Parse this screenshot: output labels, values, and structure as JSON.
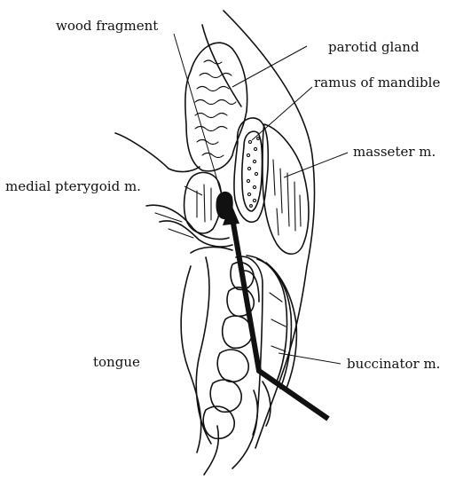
{
  "labels": {
    "wood_fragment": "wood fragment",
    "parotid_gland": "parotid gland",
    "ramus_of_mandible": "ramus of mandible",
    "masseter": "masseter m.",
    "medial_pterygoid": "medial pterygoid m.",
    "tongue": "tongue",
    "buccinator": "buccinator m."
  },
  "colors": {
    "ink": "#111111",
    "background": "#ffffff"
  }
}
